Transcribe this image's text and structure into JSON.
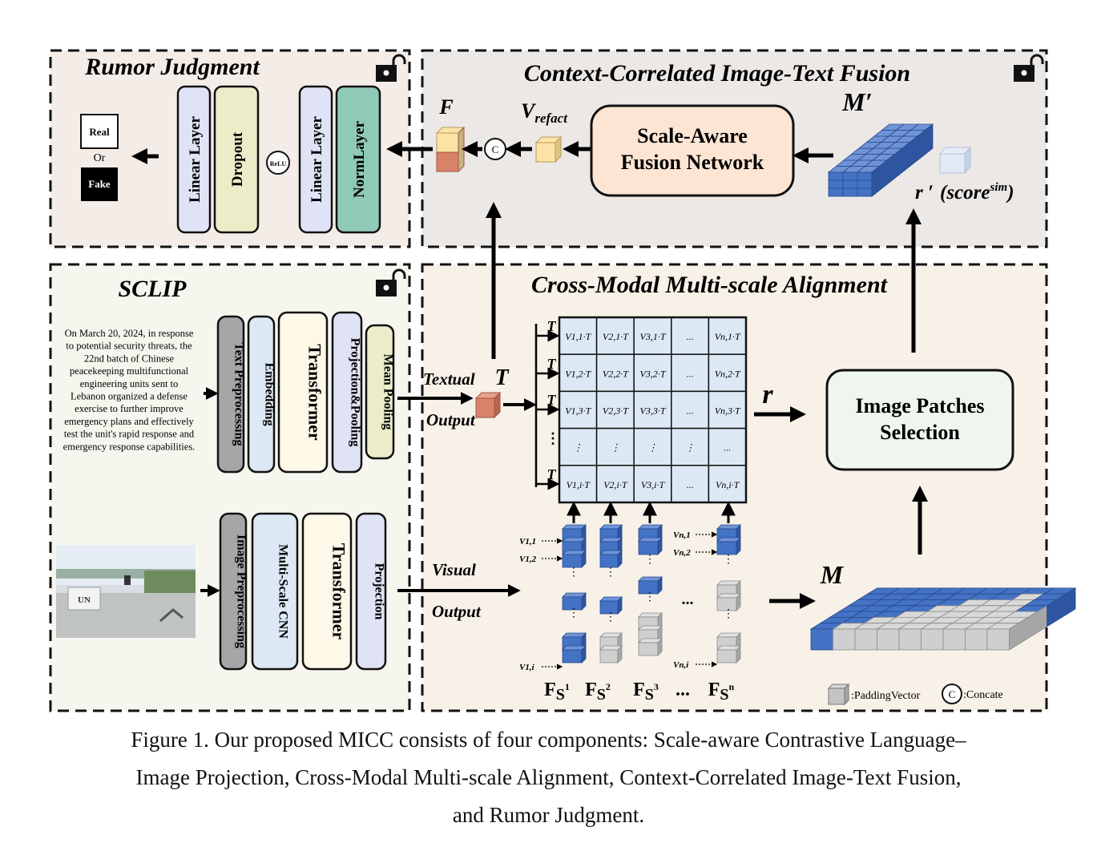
{
  "panels": {
    "rumor": "Rumor Judgment",
    "fusion": "Context-Correlated Image-Text Fusion",
    "sclip": "SCLIP",
    "align": "Cross-Modal Multi-scale Alignment"
  },
  "rumor_judgment": {
    "real": "Real",
    "or": "Or",
    "fake": "Fake",
    "linear1": "Linear Layer",
    "dropout": "Dropout",
    "relu": "ReLU",
    "linear2": "Linear Layer",
    "norm": "NormLayer"
  },
  "fusion": {
    "f_label": "F",
    "v_refact_main": "V",
    "v_refact_sub": "refact",
    "concat_symbol": "C",
    "sfn_line1": "Scale-Aware",
    "sfn_line2": "Fusion Network",
    "m_prime": "M′",
    "r_prime": "r ′",
    "score_main": "(score",
    "score_sup": "sim",
    "score_close": ")"
  },
  "sclip": {
    "text_sample": [
      "On March 20, 2024, in response",
      "to potential security threats, the",
      "22nd batch of Chinese",
      "peacekeeping multifunctional",
      "engineering units sent to",
      "Lebanon organized a defense",
      "exercise to further improve",
      "emergency plans and effectively",
      "test the unit's rapid response and",
      "emergency response capabilities."
    ],
    "text_blocks": [
      "Text Preprocessing",
      "Embedding",
      "Transformer",
      "Projection&Pooling",
      "Mean Pooling"
    ],
    "image_blocks": [
      "Image Preprocessing",
      "Multi-Scale CNN",
      "Transformer",
      "Projection"
    ],
    "image_sign": "UN"
  },
  "alignment": {
    "textual_output": "Textual",
    "textual_output2": "Output",
    "T": "T",
    "visual_output": "Visual",
    "visual_output2": "Output",
    "r": "r",
    "M": "M",
    "patch_selection_line1": "Image Patches",
    "patch_selection_line2": "Selection",
    "matrix_rows": [
      [
        "V1,1·T",
        "V2,1·T",
        "V3,1·T",
        "...",
        "Vn,1·T"
      ],
      [
        "V1,2·T",
        "V2,2·T",
        "V3,2·T",
        "...",
        "Vn,2·T"
      ],
      [
        "V1,3·T",
        "V2,3·T",
        "V3,3·T",
        "...",
        "Vn,3·T"
      ],
      [
        "⋮",
        "⋮",
        "⋮",
        "⋮",
        "..."
      ],
      [
        "V1,i·T",
        "V2,i·T",
        "V3,i·T",
        "...",
        "Vn,i·T"
      ]
    ],
    "row_dots": "⋮",
    "v_labels": [
      "V1,1",
      "V1,2",
      "V1,i",
      "Vn,1",
      "Vn,2",
      "Vn,i"
    ],
    "scales": [
      "FS1",
      "FS2",
      "FS3",
      "...",
      "FSn"
    ],
    "between_dots": "...",
    "legend_padding": ":PaddingVector",
    "legend_concat": ":Concate",
    "legend_c": "C"
  },
  "caption": [
    "Figure 1. Our proposed MICC consists of four components: Scale-aware Contrastive Language–",
    "Image Projection, Cross-Modal Multi-scale Alignment, Context-Correlated Image-Text Fusion,",
    "and Rumor Judgment."
  ],
  "colors": {
    "panel_rumor": "#f3ece7",
    "panel_fusion": "#ebe8e6",
    "panel_sclip": "#f7f6ee",
    "panel_align": "#f7f1e8",
    "blue": "#4472c4",
    "light_blue": "#dce9f5",
    "lavender": "#dfe3f5",
    "yellow_green": "#ebedc8",
    "teal": "#8fc9b8",
    "cream": "#fef8e8",
    "gray": "#a6a6a6",
    "peach": "#fde5d3",
    "mint": "#eef6ee",
    "orange_cube": "#d9826a",
    "yellow_cube": "#fbe3a5"
  }
}
